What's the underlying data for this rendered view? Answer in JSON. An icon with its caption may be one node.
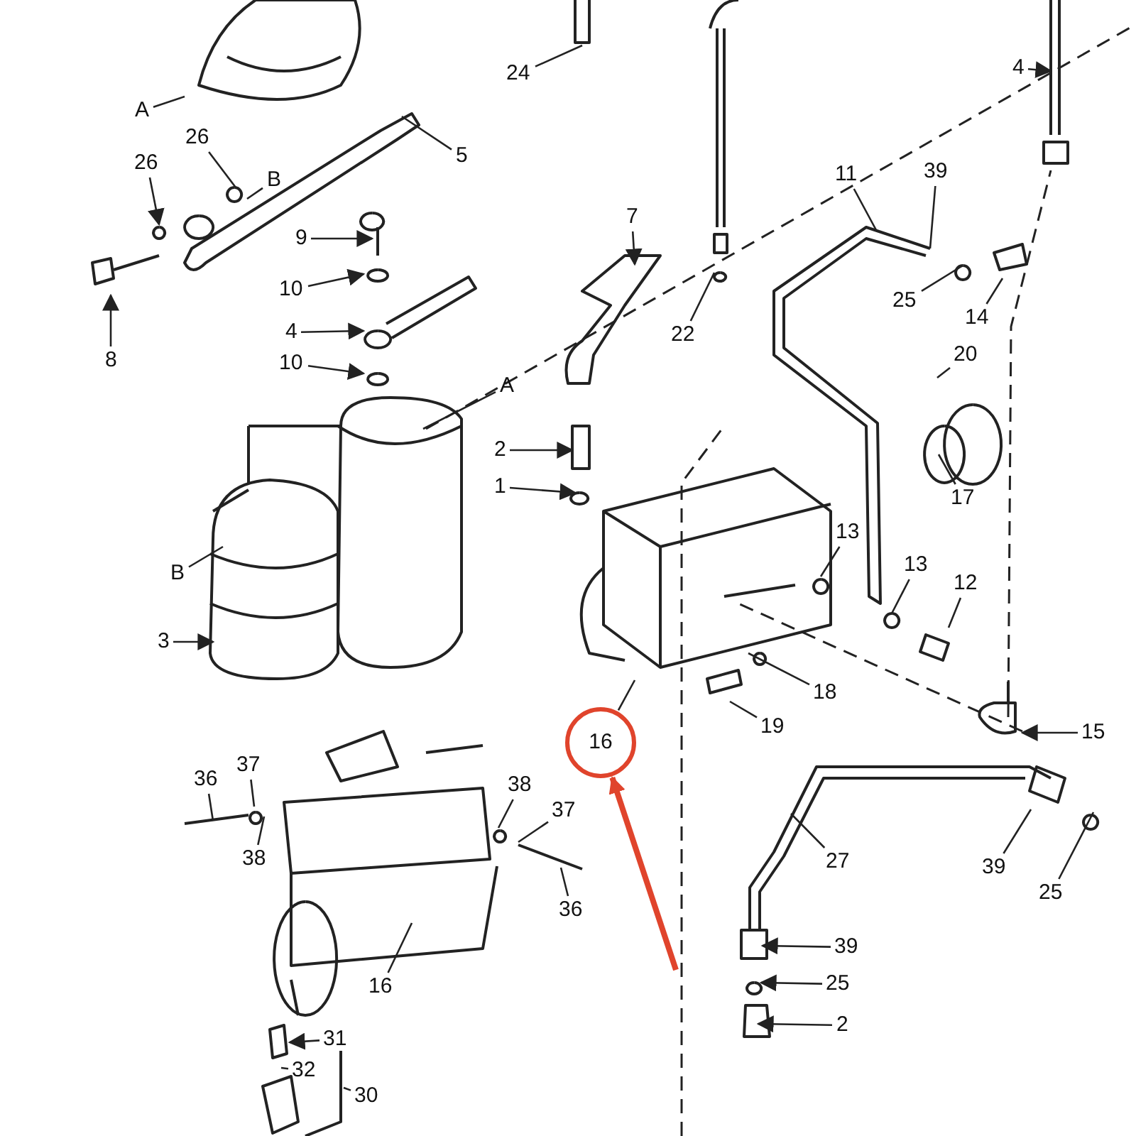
{
  "diagram": {
    "nodes": [
      {
        "text": [
          "A"
        ]
      },
      {
        "text": [
          "24"
        ]
      },
      {
        "text": [
          "4"
        ]
      },
      {
        "text": [
          "5"
        ]
      },
      {
        "text": [
          "26"
        ]
      },
      {
        "text": [
          "26"
        ]
      },
      {
        "text": [
          "B"
        ]
      },
      {
        "text": [
          "9"
        ]
      },
      {
        "text": [
          "7"
        ]
      },
      {
        "text": [
          "11"
        ]
      },
      {
        "text": [
          "39"
        ]
      },
      {
        "text": [
          "10"
        ]
      },
      {
        "text": [
          "8"
        ]
      },
      {
        "text": [
          "22"
        ]
      },
      {
        "text": [
          "25"
        ]
      },
      {
        "text": [
          "14"
        ]
      },
      {
        "text": [
          "4"
        ]
      },
      {
        "text": [
          "20"
        ]
      },
      {
        "text": [
          "10"
        ]
      },
      {
        "text": [
          "A"
        ]
      },
      {
        "text": [
          "2"
        ]
      },
      {
        "text": [
          "17"
        ]
      },
      {
        "text": [
          "1"
        ]
      },
      {
        "text": [
          "B"
        ]
      },
      {
        "text": [
          "13"
        ]
      },
      {
        "text": [
          "13"
        ]
      },
      {
        "text": [
          "12"
        ]
      },
      {
        "text": [
          "3"
        ]
      },
      {
        "text": [
          "18"
        ]
      },
      {
        "text": [
          "19"
        ]
      },
      {
        "text": [
          "15"
        ]
      },
      {
        "text": [
          "16"
        ]
      },
      {
        "text": [
          "36"
        ]
      },
      {
        "text": [
          "37"
        ]
      },
      {
        "text": [
          "38"
        ]
      },
      {
        "text": [
          "37"
        ]
      },
      {
        "text": [
          "38"
        ]
      },
      {
        "text": [
          "27"
        ]
      },
      {
        "text": [
          "39"
        ]
      },
      {
        "text": [
          "25"
        ]
      },
      {
        "text": [
          "36"
        ]
      },
      {
        "text": [
          "39"
        ]
      },
      {
        "text": [
          "16"
        ]
      },
      {
        "text": [
          "25"
        ]
      },
      {
        "text": [
          "31"
        ]
      },
      {
        "text": [
          "2"
        ]
      },
      {
        "text": [
          "32"
        ]
      },
      {
        "text": [
          "30"
        ]
      }
    ],
    "edges": [
      {
        "from": 0,
        "to": null,
        "arrow": "none"
      },
      {
        "from": 1,
        "to": null,
        "arrow": "none"
      },
      {
        "from": 2,
        "to": null,
        "arrow": "to"
      },
      {
        "from": 3,
        "to": null,
        "arrow": "none"
      },
      {
        "from": 4,
        "to": null,
        "arrow": "to"
      },
      {
        "from": 5,
        "to": null,
        "arrow": "none"
      },
      {
        "from": 6,
        "to": null,
        "arrow": "none"
      },
      {
        "from": 7,
        "to": null,
        "arrow": "to"
      },
      {
        "from": 8,
        "to": null,
        "arrow": "to"
      },
      {
        "from": 9,
        "to": null,
        "arrow": "none"
      },
      {
        "from": 10,
        "to": null,
        "arrow": "none"
      },
      {
        "from": 11,
        "to": null,
        "arrow": "to"
      },
      {
        "from": 12,
        "to": null,
        "arrow": "to"
      },
      {
        "from": 13,
        "to": null,
        "arrow": "none"
      },
      {
        "from": 14,
        "to": null,
        "arrow": "none"
      },
      {
        "from": 15,
        "to": null,
        "arrow": "none"
      },
      {
        "from": 16,
        "to": null,
        "arrow": "to"
      },
      {
        "from": 17,
        "to": null,
        "arrow": "none"
      },
      {
        "from": 18,
        "to": null,
        "arrow": "to"
      },
      {
        "from": 19,
        "to": null,
        "arrow": "none"
      },
      {
        "from": 20,
        "to": null,
        "arrow": "to"
      },
      {
        "from": 21,
        "to": null,
        "arrow": "none"
      },
      {
        "from": 22,
        "to": null,
        "arrow": "to"
      },
      {
        "from": 23,
        "to": null,
        "arrow": "none"
      },
      {
        "from": 24,
        "to": null,
        "arrow": "none"
      },
      {
        "from": 25,
        "to": null,
        "arrow": "none"
      },
      {
        "from": 26,
        "to": null,
        "arrow": "none"
      },
      {
        "from": 27,
        "to": null,
        "arrow": "to"
      },
      {
        "from": 28,
        "to": null,
        "arrow": "none"
      },
      {
        "from": 29,
        "to": null,
        "arrow": "none"
      },
      {
        "from": 30,
        "to": null,
        "arrow": "to"
      },
      {
        "from": 31,
        "to": null,
        "arrow": "none"
      },
      {
        "from": 32,
        "to": null,
        "arrow": "none"
      },
      {
        "from": 33,
        "to": null,
        "arrow": "none"
      },
      {
        "from": 34,
        "to": null,
        "arrow": "none"
      },
      {
        "from": 35,
        "to": null,
        "arrow": "none"
      },
      {
        "from": 36,
        "to": null,
        "arrow": "none"
      },
      {
        "from": 37,
        "to": null,
        "arrow": "none"
      },
      {
        "from": 38,
        "to": null,
        "arrow": "none"
      },
      {
        "from": 39,
        "to": null,
        "arrow": "none"
      },
      {
        "from": 40,
        "to": null,
        "arrow": "none"
      },
      {
        "from": 41,
        "to": null,
        "arrow": "to"
      },
      {
        "from": 42,
        "to": null,
        "arrow": "none"
      },
      {
        "from": 43,
        "to": null,
        "arrow": "to"
      },
      {
        "from": 44,
        "to": null,
        "arrow": "to"
      },
      {
        "from": 45,
        "to": null,
        "arrow": "to"
      },
      {
        "from": 46,
        "to": null,
        "arrow": "none"
      },
      {
        "from": 47,
        "to": null,
        "arrow": "none"
      },
      {
        "from": null,
        "to": 31,
        "arrow": "to",
        "style": "thick",
        "color": "#e0442c"
      }
    ]
  }
}
